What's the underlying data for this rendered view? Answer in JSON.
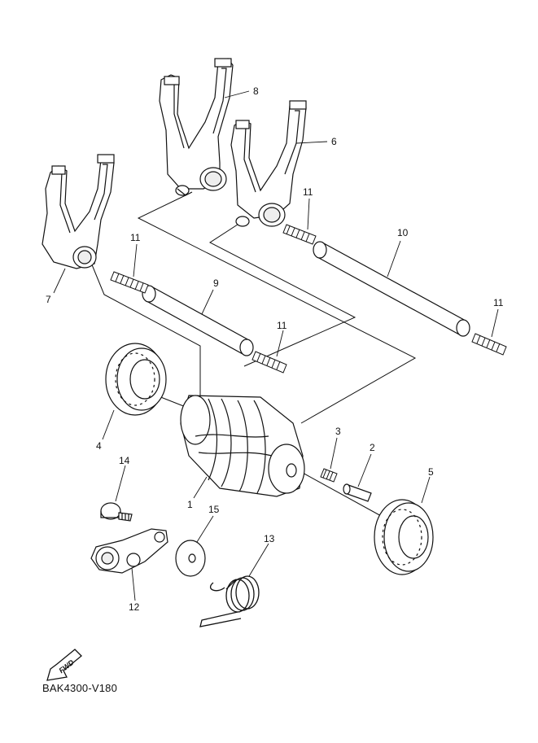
{
  "callouts": [
    {
      "id": "1",
      "label": "1"
    },
    {
      "id": "2",
      "label": "2"
    },
    {
      "id": "3",
      "label": "3"
    },
    {
      "id": "4",
      "label": "4"
    },
    {
      "id": "5",
      "label": "5"
    },
    {
      "id": "6",
      "label": "6"
    },
    {
      "id": "7",
      "label": "7"
    },
    {
      "id": "8",
      "label": "8"
    },
    {
      "id": "9",
      "label": "9"
    },
    {
      "id": "10",
      "label": "10"
    },
    {
      "id": "11a",
      "label": "11"
    },
    {
      "id": "11b",
      "label": "11"
    },
    {
      "id": "11c",
      "label": "11"
    },
    {
      "id": "11d",
      "label": "11"
    },
    {
      "id": "12",
      "label": "12"
    },
    {
      "id": "13",
      "label": "13"
    },
    {
      "id": "14",
      "label": "14"
    },
    {
      "id": "15",
      "label": "15"
    }
  ],
  "fwd_label": "FWD",
  "diagram_code": "BAK4300-V180"
}
